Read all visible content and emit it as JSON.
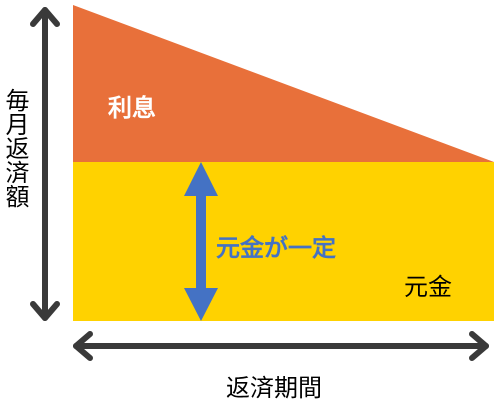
{
  "labels": {
    "interest": "利息",
    "fixed_principal": "元金が一定",
    "principal": "元金",
    "x_axis": "返済期間",
    "y_axis": "毎月返済額"
  },
  "colors": {
    "interest_fill": "#e8703a",
    "principal_fill": "#ffd200",
    "arrow_blue": "#4472c4",
    "axis_gray": "#3a3a3a"
  }
}
